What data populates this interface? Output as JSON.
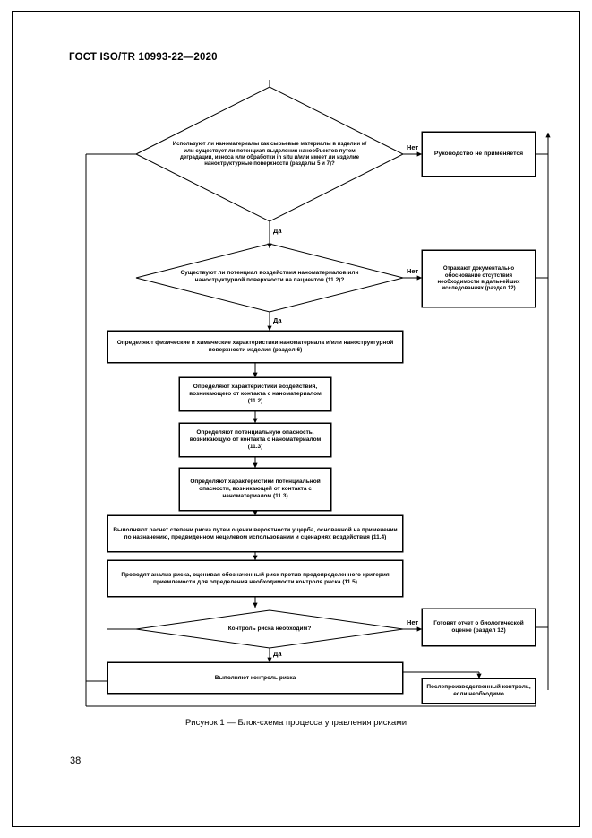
{
  "document": {
    "header": "ГОСТ ISO/TR 10993-22—2020",
    "page_number": "38",
    "figure_caption": "Рисунок 1 — Блок-схема процесса управления рисками"
  },
  "chart_data": {
    "type": "diagram",
    "title": "Рисунок 1 — Блок-схема процесса управления рисками",
    "nodes": [
      {
        "id": "d1",
        "shape": "decision",
        "text": "Используют ли наноматериалы как сырьевые материалы в изделии и/или существует ли потенциал выделения нанообъектов путем деградации, износа или обработки in situ и/или имеет ли изделие наноструктурные поверхности (разделы 5 и 7)?"
      },
      {
        "id": "b1",
        "shape": "process",
        "text": "Руководство не применяется"
      },
      {
        "id": "d2",
        "shape": "decision",
        "text": "Существуют ли потенциал воздействия наноматериалов или наноструктурной поверхности на пациентов (11.2)?"
      },
      {
        "id": "b2",
        "shape": "process",
        "text": "Отражают документально обоснование отсутствия необходимости в дальнейших исследованиях (раздел 12)"
      },
      {
        "id": "b3",
        "shape": "process",
        "text": "Определяют физические и химические характеристики наноматериала и/или наноструктурной поверхности изделия (раздел 6)"
      },
      {
        "id": "b4",
        "shape": "process",
        "text": "Определяют характеристики воздействия, возникающего от контакта с наноматериалом (11.2)"
      },
      {
        "id": "b5",
        "shape": "process",
        "text": "Определяют потенциальную опасность, возникающую от контакта с наноматериалом (11.3)"
      },
      {
        "id": "b6",
        "shape": "process",
        "text": "Определяют характеристики потенциальной опасности, возникающей от контакта с наноматериалом (11.3)"
      },
      {
        "id": "b7",
        "shape": "process",
        "text": "Выполняют расчет степени риска путем оценки вероятности ущерба, основанной на применении по назначению, предвиденном нецелевом использовании и сценариях воздействия (11.4)"
      },
      {
        "id": "b8",
        "shape": "process",
        "text": "Проводят анализ риска, оценивая обозначенный риск против предопределенного критерия приемлемости для определения необходимости контроля риска (11.5)"
      },
      {
        "id": "d3",
        "shape": "decision",
        "text": "Контроль риска необходим?"
      },
      {
        "id": "b9",
        "shape": "process",
        "text": "Готовят отчет о биологической оценке (раздел 12)"
      },
      {
        "id": "b10",
        "shape": "process",
        "text": "Выполняют контроль риска"
      },
      {
        "id": "b11",
        "shape": "process",
        "text": "Послепроизводственный контроль, если необходимо"
      }
    ],
    "edge_labels": {
      "d1_no": "Нет",
      "d1_yes": "Да",
      "d2_no": "Нет",
      "d2_yes": "Да",
      "d3_no": "Нет",
      "d3_yes": "Да"
    }
  }
}
